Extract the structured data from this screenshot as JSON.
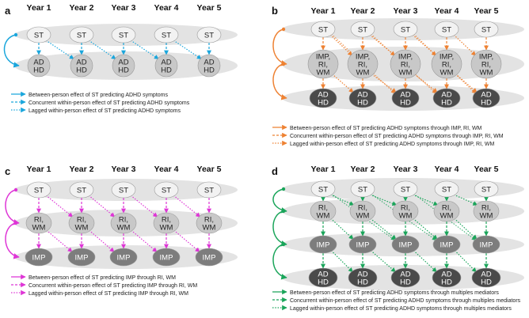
{
  "years": [
    "Year 1",
    "Year 2",
    "Year 3",
    "Year 4",
    "Year 5"
  ],
  "colors": {
    "a": "#1aa6dc",
    "b": "#ee8233",
    "c": "#de35d6",
    "d": "#1aa55a"
  },
  "panels": [
    {
      "id": "a",
      "label": "a",
      "rows": [
        {
          "text": [
            "ST"
          ],
          "shade": "white"
        },
        {
          "text": [
            "AD",
            "HD"
          ],
          "shade": "light"
        }
      ],
      "legend": [
        "Between-person effect of ST predicting ADHD symptoms",
        "Concurrent within-person effect of ST predicting ADHD symptoms",
        "Lagged within-person effect of ST predicting ADHD symptoms"
      ]
    },
    {
      "id": "b",
      "label": "b",
      "rows": [
        {
          "text": [
            "ST"
          ],
          "shade": "white"
        },
        {
          "text": [
            "IMP,",
            "RI,",
            "WM"
          ],
          "shade": "light"
        },
        {
          "text": [
            "AD",
            "HD"
          ],
          "shade": "dark"
        }
      ],
      "legend": [
        "Between-person effect of ST predicting ADHD symptoms through IMP, RI, WM",
        "Concurrent within-person effect of ST predicting ADHD symptoms through IMP, RI, WM",
        "Lagged within-person effect of ST predicting ADHD symptoms through IMP, RI, WM"
      ]
    },
    {
      "id": "c",
      "label": "c",
      "rows": [
        {
          "text": [
            "ST"
          ],
          "shade": "white"
        },
        {
          "text": [
            "RI,",
            "WM"
          ],
          "shade": "light"
        },
        {
          "text": [
            "IMP"
          ],
          "shade": "mid"
        }
      ],
      "legend": [
        "Between-person effect of ST predicting IMP through RI, WM",
        "Concurrent within-person effect of ST predicting IMP through RI, WM",
        "Lagged within-person effect of ST predicting IMP through RI, WM"
      ]
    },
    {
      "id": "d",
      "label": "d",
      "rows": [
        {
          "text": [
            "ST"
          ],
          "shade": "white"
        },
        {
          "text": [
            "RI,",
            "WM"
          ],
          "shade": "light"
        },
        {
          "text": [
            "IMP"
          ],
          "shade": "mid"
        },
        {
          "text": [
            "AD",
            "HD"
          ],
          "shade": "dark"
        }
      ],
      "legend": [
        "Between-person effect of ST predicting ADHD symptoms through multiples mediators",
        "Concurrent within-person effect of ST predicting ADHD symptoms through multiples mediators",
        "Lagged within-person effect of ST predicting ADHD symptoms through multiples mediators"
      ]
    }
  ]
}
